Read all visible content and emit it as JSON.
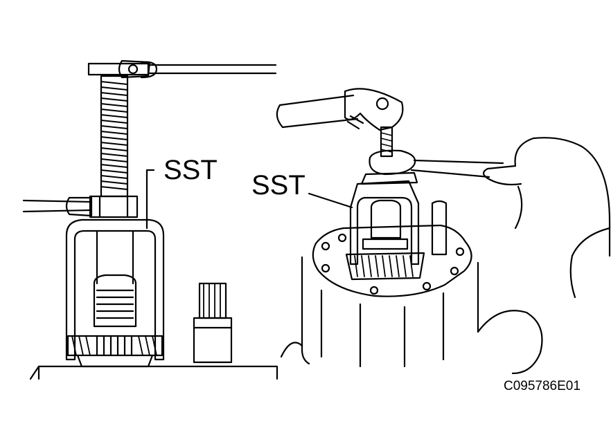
{
  "labels": {
    "sst_left": "SST",
    "sst_right": "SST",
    "figure_code": "C095786E01"
  },
  "colors": {
    "ink": "#000000",
    "paper": "#ffffff"
  }
}
